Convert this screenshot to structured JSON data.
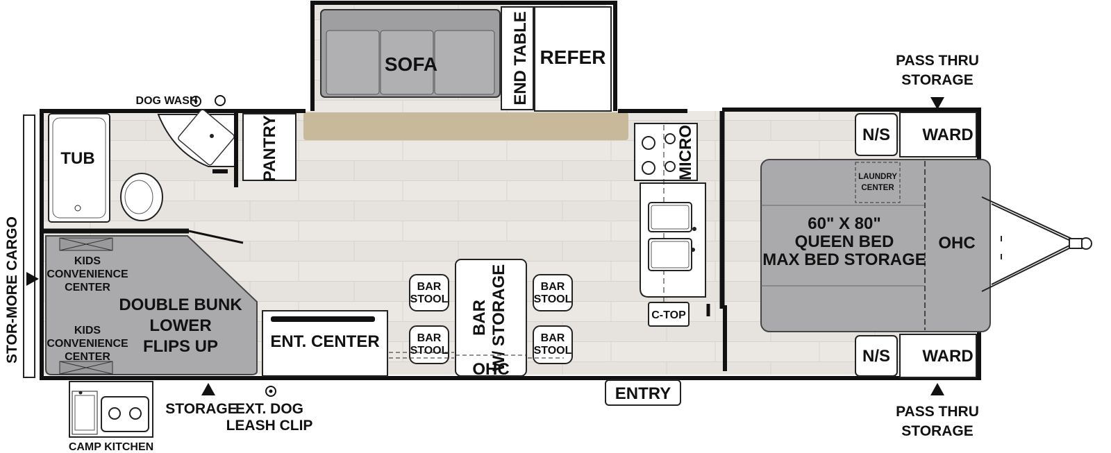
{
  "labels": {
    "sofa": "SOFA",
    "end_table": "END TABLE",
    "refer": "REFER",
    "pass_thru_storage_top_1": "PASS THRU",
    "pass_thru_storage_top_2": "STORAGE",
    "pass_thru_storage_bottom_1": "PASS THRU",
    "pass_thru_storage_bottom_2": "STORAGE",
    "dog_wash": "DOG WASH",
    "tub": "TUB",
    "pantry": "PANTRY",
    "micro": "MICRO",
    "ns_top": "N/S",
    "ward_top": "WARD",
    "ns_bottom": "N/S",
    "ward_bottom": "WARD",
    "laundry_1": "LAUNDRY",
    "laundry_2": "CENTER",
    "bed_1": "60\" X 80\"",
    "bed_2": "QUEEN BED",
    "bed_3": "MAX BED STORAGE",
    "ohc_bedroom": "OHC",
    "stor_more_cargo": "STOR-MORE CARGO",
    "kids_top_1": "KIDS",
    "kids_top_2": "CONVENIENCE",
    "kids_top_3": "CENTER",
    "kids_bottom_1": "KIDS",
    "kids_bottom_2": "CONVENIENCE",
    "kids_bottom_3": "CENTER",
    "bunk_1": "DOUBLE BUNK",
    "bunk_2": "LOWER",
    "bunk_3": "FLIPS UP",
    "ent_center": "ENT. CENTER",
    "bar_stool_1a": "BAR",
    "bar_stool_1b": "STOOL",
    "bar_stool_2a": "BAR",
    "bar_stool_2b": "STOOL",
    "bar_stool_3a": "BAR",
    "bar_stool_3b": "STOOL",
    "bar_stool_4a": "BAR",
    "bar_stool_4b": "STOOL",
    "bar_1": "BAR",
    "bar_2": "W/ STORAGE",
    "ohc_bar": "OHC",
    "c_top": "C-TOP",
    "entry": "ENTRY",
    "storage": "STORAGE",
    "ext_dog_1": "EXT. DOG",
    "ext_dog_2": "LEASH CLIP",
    "camp_kitchen": "CAMP KITCHEN"
  },
  "colors": {
    "floor": "#e9e5e0",
    "furniture_gray": "#aaaaac",
    "slide_tan": "#c9b99b",
    "wall": "#111111"
  }
}
